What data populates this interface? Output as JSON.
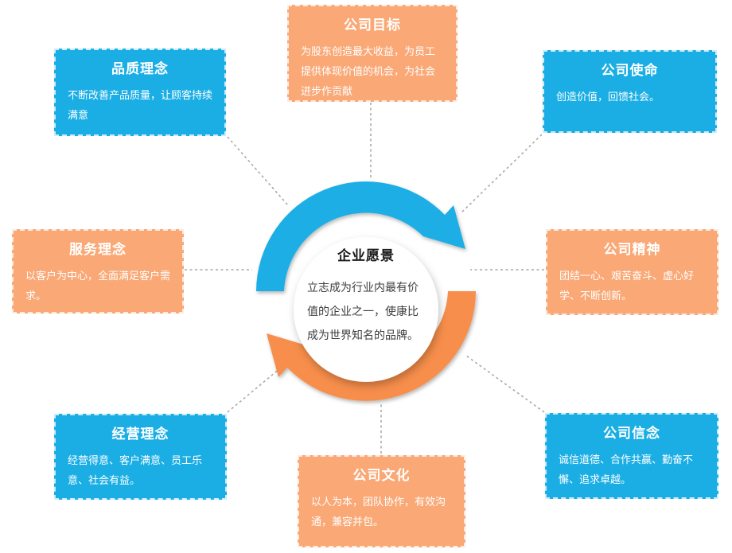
{
  "theme": {
    "blue": "#1BAEE5",
    "orange_box": "#F9A876",
    "orange_arrow": "#F78E4C",
    "connector": "#A9A9A9",
    "text_on_box": "#FFFFFF"
  },
  "center": {
    "title": "企业愿景",
    "body": "立志成为行业内最有价值的企业之一，使康比成为世界知名的品牌。"
  },
  "boxes": [
    {
      "id": "goal",
      "title": "公司目标",
      "body": "为股东创造最大收益，为员工提供体现价值的机会，为社会进步作贡献",
      "color": "orange"
    },
    {
      "id": "quality",
      "title": "品质理念",
      "body": "不断改善产品质量，让顾客持续满意",
      "color": "blue"
    },
    {
      "id": "mission",
      "title": "公司使命",
      "body": "创造价值，回馈社会。",
      "color": "blue"
    },
    {
      "id": "service",
      "title": "服务理念",
      "body": "以客户为中心，全面满足客户需求。",
      "color": "orange"
    },
    {
      "id": "spirit",
      "title": "公司精神",
      "body": "团结一心、艰苦奋斗、虚心好学、不断创新。",
      "color": "orange"
    },
    {
      "id": "business",
      "title": "经营理念",
      "body": "经营得意、客户满意、员工乐意、社会有益。",
      "color": "blue"
    },
    {
      "id": "culture",
      "title": "公司文化",
      "body": "以人为本，团队协作，有效沟通，兼容并包。",
      "color": "orange"
    },
    {
      "id": "belief",
      "title": "公司信念",
      "body": "诚信道德、合作共赢、勤奋不懈、追求卓越。",
      "color": "blue"
    }
  ]
}
